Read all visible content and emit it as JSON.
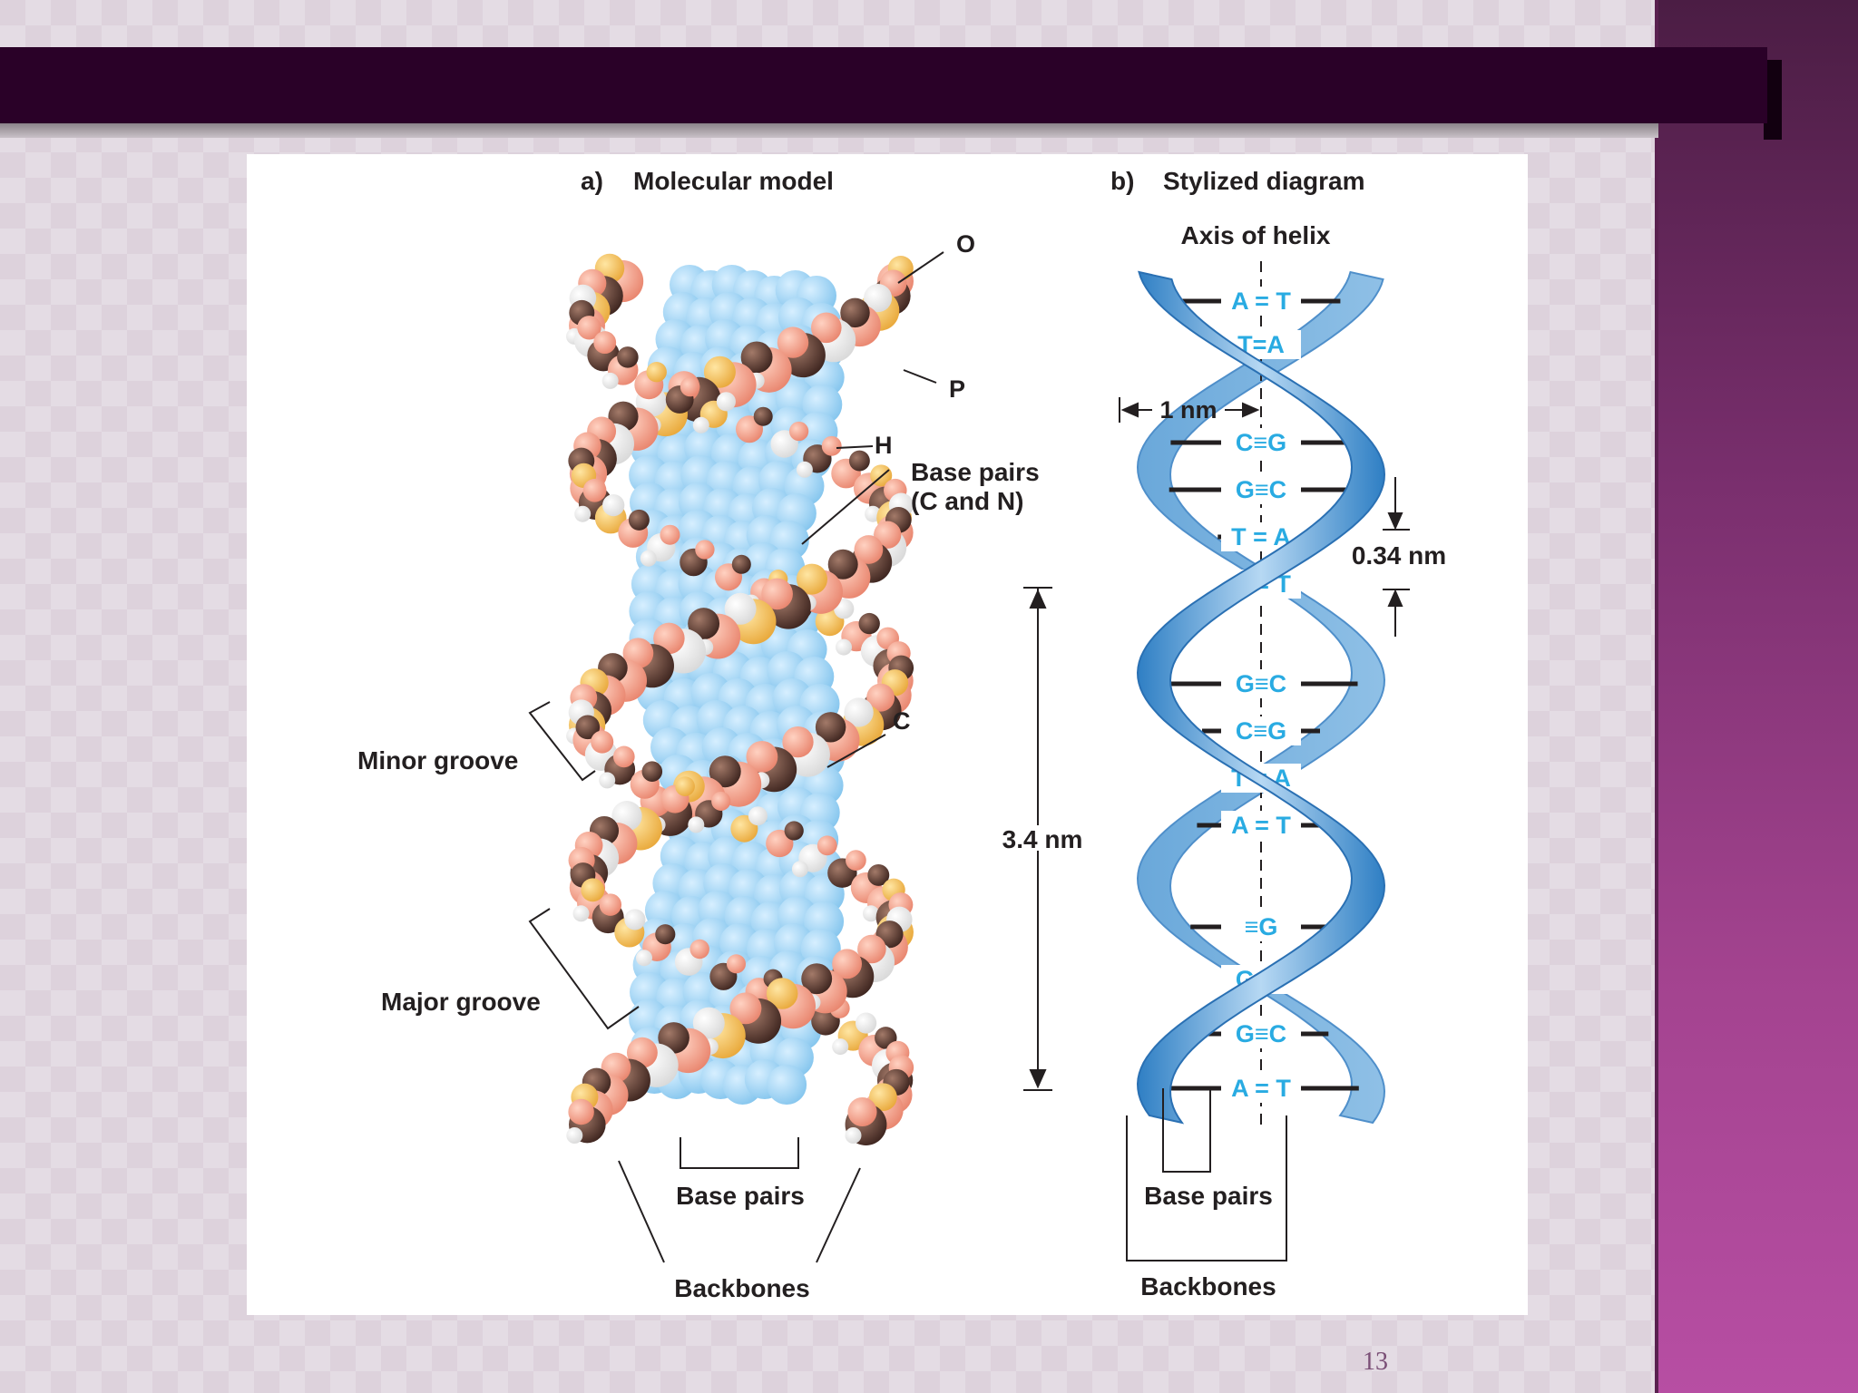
{
  "slide": {
    "page_number": "13"
  },
  "figure": {
    "panel_a": {
      "heading_letter": "a)",
      "heading_text": "Molecular model",
      "labels": {
        "oxygen": "O",
        "phosphorus": "P",
        "hydrogen": "H",
        "base_pairs_line1": "Base pairs",
        "base_pairs_line2": "(C and N)",
        "carbon": "C",
        "minor_groove": "Minor groove",
        "major_groove": "Major groove",
        "base_pairs_bottom": "Base pairs",
        "backbones": "Backbones"
      },
      "scale_label": "3.4 nm"
    },
    "panel_b": {
      "heading_letter": "b)",
      "heading_text": "Stylized diagram",
      "axis_label": "Axis of helix",
      "width_label": "1 nm",
      "rise_label": "0.34 nm",
      "base_pairs_bottom": "Base pairs",
      "backbones": "Backbones",
      "base_pairs": [
        "A = T",
        "T=A",
        "C≡G",
        "G≡C",
        "T = A",
        "A = T",
        "G≡C",
        "C≡G",
        "T = A",
        "A = T",
        "≡G",
        "G≡C",
        "G≡C",
        "A = T"
      ]
    },
    "colors": {
      "base_blue": "#a9d8f5",
      "oxygen_pink": "#f2a38e",
      "phosphorus_gold": "#f5c560",
      "carbon_brown": "#5a3a2e",
      "hydrogen_white": "#ffffff",
      "ribbon_blue": "#5b9bd5",
      "base_pair_text": "#29abe2"
    }
  }
}
